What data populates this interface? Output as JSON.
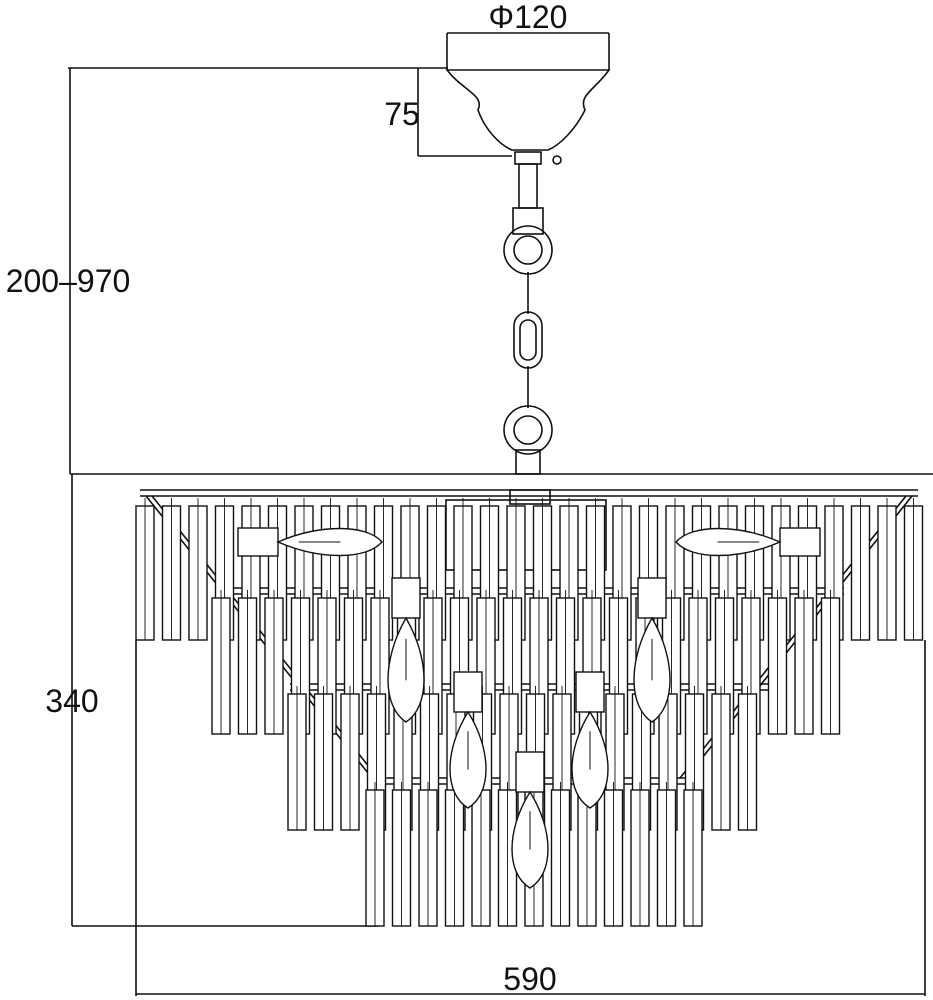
{
  "dimensions": {
    "canopy_diameter": "Φ120",
    "canopy_height": "75",
    "overall_height_range": "200–970",
    "body_height": "340",
    "width": "590"
  },
  "colors": {
    "line": "#111111",
    "background": "#ffffff"
  }
}
